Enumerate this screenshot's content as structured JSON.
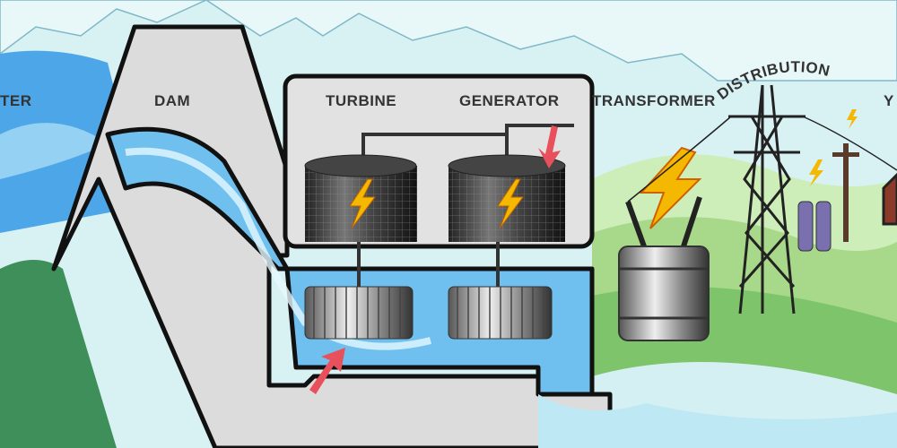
{
  "labels": {
    "water": "TER",
    "dam": "DAM",
    "turbine": "TURBINE",
    "generator": "GENERATOR",
    "transformer": "TRANSFORMER",
    "distribution": "DISTRIBUTION",
    "home": "Y"
  },
  "colors": {
    "sky": "#d8f2f4",
    "water": "#4da6e8",
    "dam": "#dcdcdc",
    "hill_dark": "#3f8f5a",
    "hill_light": "#a8d88a",
    "bolt": "#f5b800",
    "arrow": "#e8505b"
  }
}
